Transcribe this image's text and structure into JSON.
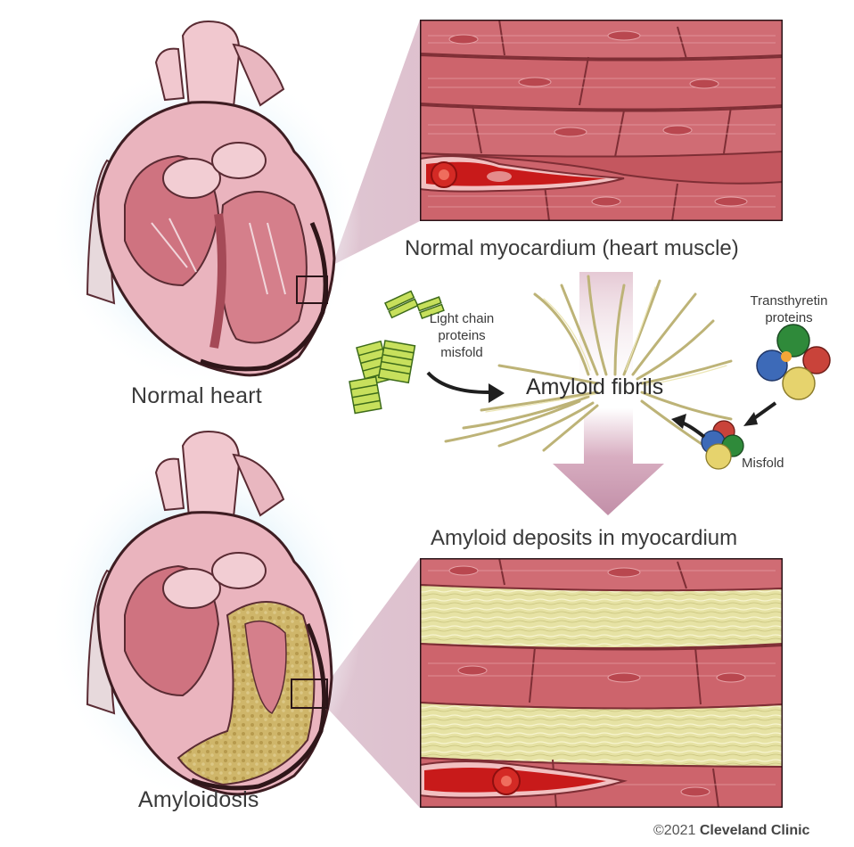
{
  "labels": {
    "normal_heart": "Normal heart",
    "amyloidosis": "Amyloidosis",
    "normal_myocardium": "Normal myocardium (heart muscle)",
    "amyloid_deposits": "Amyloid deposits in myocardium",
    "amyloid_fibrils": "Amyloid fibrils",
    "light_chain_line1": "Light chain",
    "light_chain_line2": "proteins",
    "light_chain_line3": "misfold",
    "transthyretin_line1": "Transthyretin",
    "transthyretin_line2": "proteins",
    "misfold": "Misfold"
  },
  "credit": {
    "year": "©2021",
    "org": "Cleveland Clinic"
  },
  "colors": {
    "muscle": "#c9606a",
    "muscle_light": "#e79aa0",
    "amyloid": "#e3df9e",
    "blood": "#c81a1a",
    "arrow": "#c497aa",
    "glow": "#bfe4f7"
  }
}
